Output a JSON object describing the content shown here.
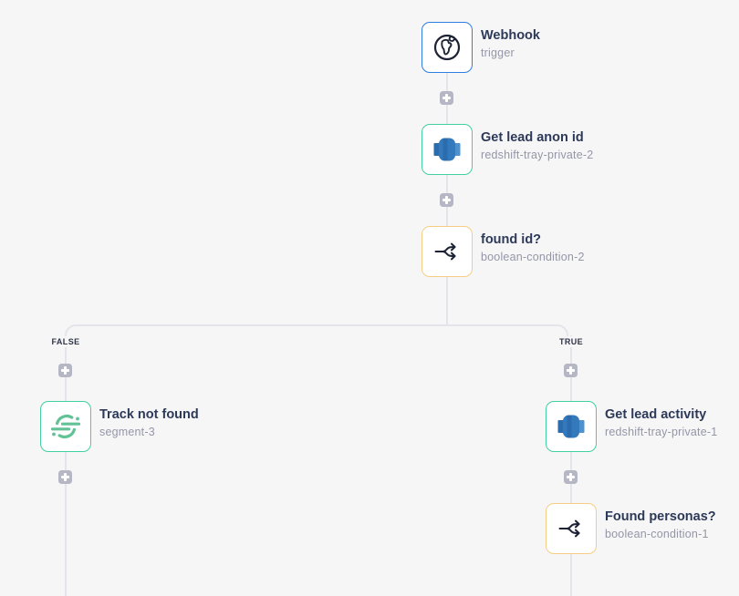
{
  "colors": {
    "background": "#f6f6f7",
    "connector_line": "#e4e4ea",
    "plus_button_bg": "#b5b7c5",
    "node_background": "#ffffff",
    "node_title_text": "#2d3958",
    "node_subtitle_text": "#9496a7",
    "branch_label_text": "#30354a",
    "trigger_border_blue": "#2f7de1",
    "step_border_green": "#41d09e",
    "condition_border_orange": "#f7cd84",
    "segment_icon_green": "#62c195",
    "redshift_icon_blue": "#3579bd",
    "fork_icon_ink": "#1d2335"
  },
  "workflow": {
    "nodes": [
      {
        "title": "Webhook",
        "subtitle": "trigger",
        "icon": "globe-icon",
        "border_color": "#2f7de1"
      },
      {
        "title": "Get lead anon id",
        "subtitle": "redshift-tray-private-2",
        "icon": "redshift-icon",
        "border_color": "#41d09e"
      },
      {
        "title": "found id?",
        "subtitle": "boolean-condition-2",
        "icon": "branch-fork-icon",
        "border_color": "#f7cd84"
      },
      {
        "title": "Track not found",
        "subtitle": "segment-3",
        "icon": "segment-icon",
        "border_color": "#41d09e"
      },
      {
        "title": "Get lead activity",
        "subtitle": "redshift-tray-private-1",
        "icon": "redshift-icon",
        "border_color": "#41d09e"
      },
      {
        "title": "Found personas?",
        "subtitle": "boolean-condition-1",
        "icon": "branch-fork-icon",
        "border_color": "#f7cd84"
      }
    ],
    "branch": {
      "false_label": "FALSE",
      "true_label": "TRUE"
    }
  }
}
